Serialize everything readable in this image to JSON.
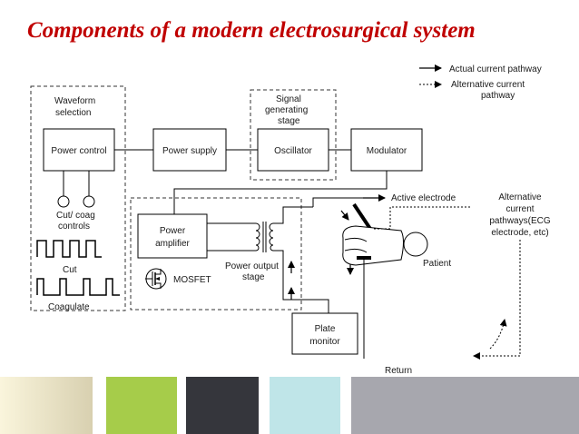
{
  "title": "Components of a modern electrosurgical system",
  "legend": {
    "actual": "Actual current pathway",
    "alternative_line1": "Alternative current",
    "alternative_line2": "pathway"
  },
  "labels": {
    "waveform_1": "Waveform",
    "waveform_2": "selection",
    "signal_1": "Signal",
    "signal_2": "generating",
    "signal_3": "stage",
    "power_control": "Power control",
    "power_supply": "Power supply",
    "oscillator": "Oscillator",
    "modulator": "Modulator",
    "cutcoag_1": "Cut/ coag",
    "cutcoag_2": "controls",
    "power_amp_1": "Power",
    "power_amp_2": "amplifier",
    "mosfet": "MOSFET",
    "power_output_1": "Power output",
    "power_output_2": "stage",
    "cut": "Cut",
    "coagulate": "Coagulate",
    "active_electrode": "Active electrode",
    "alt_pathways_1": "Alternative",
    "alt_pathways_2": "current",
    "alt_pathways_3": "pathways(ECG",
    "alt_pathways_4": "electrode, etc)",
    "patient": "Patient",
    "plate_1": "Plate",
    "plate_2": "monitor",
    "return": "Return"
  },
  "colors": {
    "title": "#c00000",
    "tile_cream": "#f2ecd0",
    "tile_green": "#a6cc4a",
    "tile_dark": "#35363c",
    "tile_cyan": "#bfe5e8",
    "tile_gray": "#a7a7ae"
  }
}
